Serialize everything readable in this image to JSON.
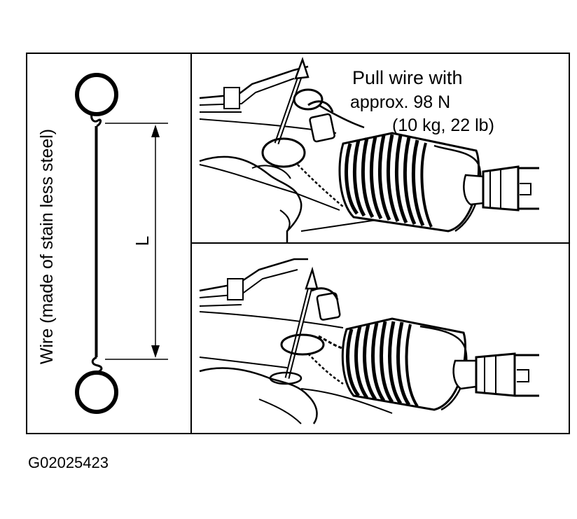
{
  "left_panel": {
    "wire_label": "Wire (made of stain less steel)",
    "length_label": "L"
  },
  "top_panel": {
    "instruction_line1": "Pull wire with",
    "instruction_line2": "approx. 98 N",
    "instruction_line3": "(10 kg, 22 lb)"
  },
  "figure_id": "G02025423"
}
